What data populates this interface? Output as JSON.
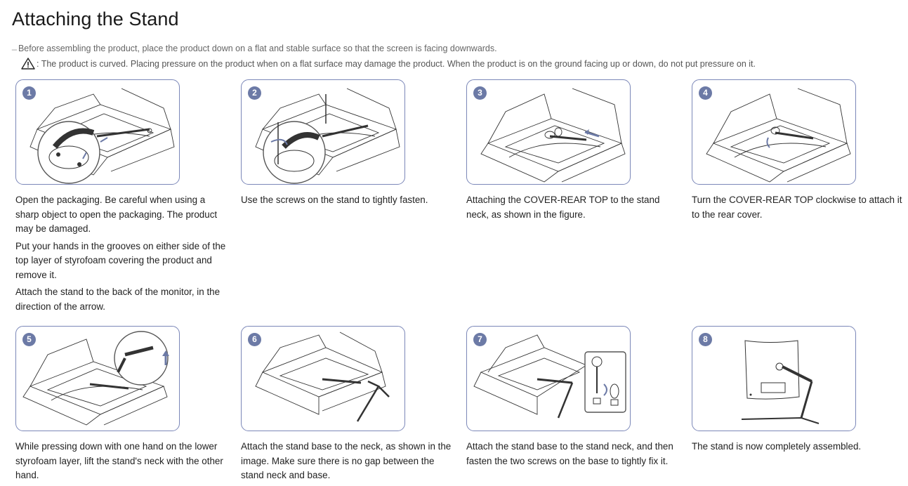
{
  "page": {
    "title": "Attaching the Stand",
    "note": "Before assembling the product, place the product down on a flat and stable surface so that the screen is facing downwards.",
    "warning": ": The product is curved. Placing pressure on the product when on a flat surface may damage the product. When the product is on the ground facing up or down, do not put pressure on it."
  },
  "steps": [
    {
      "number": "1",
      "paragraphs": [
        "Open the packaging. Be careful when using a sharp object to open the packaging. The product may be damaged.",
        "Put your hands in the grooves on either side of the top layer of styrofoam covering the product and remove it.",
        "Attach the stand to the back of the monitor, in the direction of the arrow."
      ]
    },
    {
      "number": "2",
      "paragraphs": [
        "Use the screws on the stand to tightly fasten."
      ]
    },
    {
      "number": "3",
      "paragraphs": [
        "Attaching the COVER-REAR TOP to the stand neck, as shown in the figure."
      ]
    },
    {
      "number": "4",
      "paragraphs": [
        "Turn the COVER-REAR TOP clockwise to attach it to the rear cover."
      ]
    },
    {
      "number": "5",
      "paragraphs": [
        "While pressing down with one hand on the lower styrofoam layer, lift the stand's neck with the other hand."
      ]
    },
    {
      "number": "6",
      "paragraphs": [
        "Attach the stand base to the neck, as shown in the image. Make sure there is no gap between the stand neck and base."
      ]
    },
    {
      "number": "7",
      "paragraphs": [
        "Attach the stand base to the stand neck, and then fasten the two screws on the base to tightly fix it."
      ]
    },
    {
      "number": "8",
      "paragraphs": [
        "The stand is now completely assembled."
      ]
    }
  ],
  "colors": {
    "panel_border": "#7b87b8",
    "badge": "#6c7aa6",
    "arrow": "#6c7aa6"
  },
  "icons": {
    "warning": "warning-triangle-icon"
  }
}
